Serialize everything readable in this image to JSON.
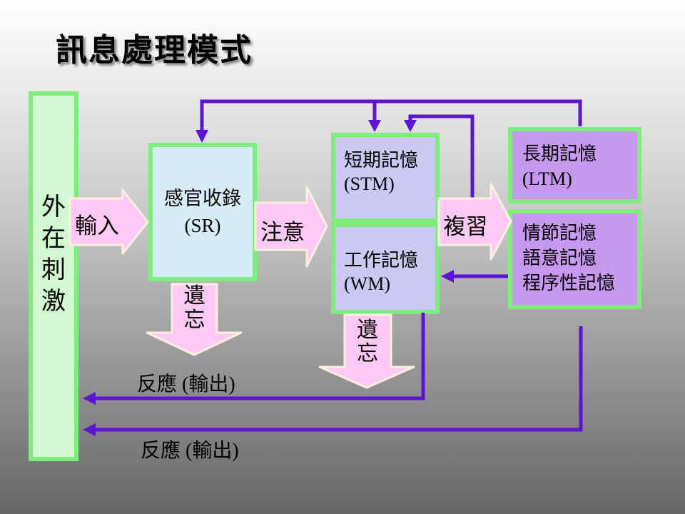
{
  "slide": {
    "title": "訊息處理模式"
  },
  "boxes": {
    "external_stimulus": "外\n在\n刺\n激",
    "sensory_register": "感官收錄\n(SR)",
    "short_term_memory": "短期記憶\n(STM)",
    "working_memory": "工作記憶\n(WM)",
    "long_term_memory": "長期記憶\n(LTM)",
    "ltm_subtypes": "情節記憶\n語意記憶\n程序性記憶"
  },
  "labels": {
    "input": "輸入",
    "attention": "注意",
    "rehearsal": "複習",
    "forgetting_sr": "遺\n忘",
    "forgetting_wm": "遺\n忘",
    "response_output_1": "反應 (輸出)",
    "response_output_2": "反應 (輸出)"
  },
  "colors": {
    "connector_purple": "#5e14d4",
    "box_border_green": "#7eed7e",
    "stimulus_fill": "#d2f8d2",
    "sensory_fill": "#d5edf9",
    "stm_wm_fill": "#c9c9f1",
    "ltm_fill": "#c798ef",
    "pink_arrow_fill": "#ffc9f3",
    "pink_arrow_border": "#fbf0e0",
    "text": "#000000"
  }
}
